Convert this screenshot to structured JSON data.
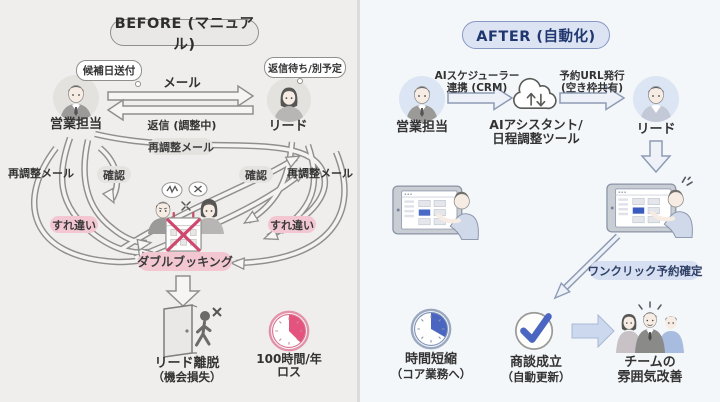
{
  "before": {
    "title": "BEFORE (マニュアル)",
    "sales": {
      "label": "営業担当",
      "bubble": "候補日送付"
    },
    "lead": {
      "label": "リード",
      "bubble": "返信待ち/別予定"
    },
    "arrow_mail": "メール",
    "arrow_reply": "返信 (調整中)",
    "tangle": {
      "readjust_center": "再調整メール",
      "readjust_left": "再調整メール",
      "readjust_right": "再調整メール",
      "confirm_left": "確認",
      "confirm_right": "確認",
      "miss_left": "すれ違い",
      "miss_right": "すれ違い"
    },
    "double_booking": "ダブルブッキング",
    "churn": {
      "line1": "リード離脱",
      "line2": "（機会損失）"
    },
    "loss": {
      "line1": "100時間/年",
      "line2": "ロス"
    }
  },
  "after": {
    "title": "AFTER (自動化)",
    "sales": {
      "label": "営業担当"
    },
    "lead": {
      "label": "リード"
    },
    "arrow1": {
      "line1": "AIスケジューラー",
      "line2": "連携 (CRM)"
    },
    "tool": {
      "line1": "AIアシスタント/",
      "line2": "日程調整ツール"
    },
    "arrow2": {
      "line1": "予約URL発行",
      "line2": "(空き枠共有)"
    },
    "one_click": "ワンクリック予約確定",
    "benefits": [
      {
        "line1": "時間短縮",
        "line2": "（コア業務へ）"
      },
      {
        "line1": "商談成立",
        "line2": "（自動更新）"
      },
      {
        "line1": "チームの",
        "line2": "雰囲気改善"
      }
    ]
  },
  "colors": {
    "before_bg": "#efeeec",
    "after_bg": "#f4f7fa",
    "pink_accent": "#e4537d",
    "pink_pill": "#f3c7d2",
    "blue_accent": "#4a66c0",
    "blue_pill": "#d6e0f2",
    "after_title_text": "#20366e"
  }
}
